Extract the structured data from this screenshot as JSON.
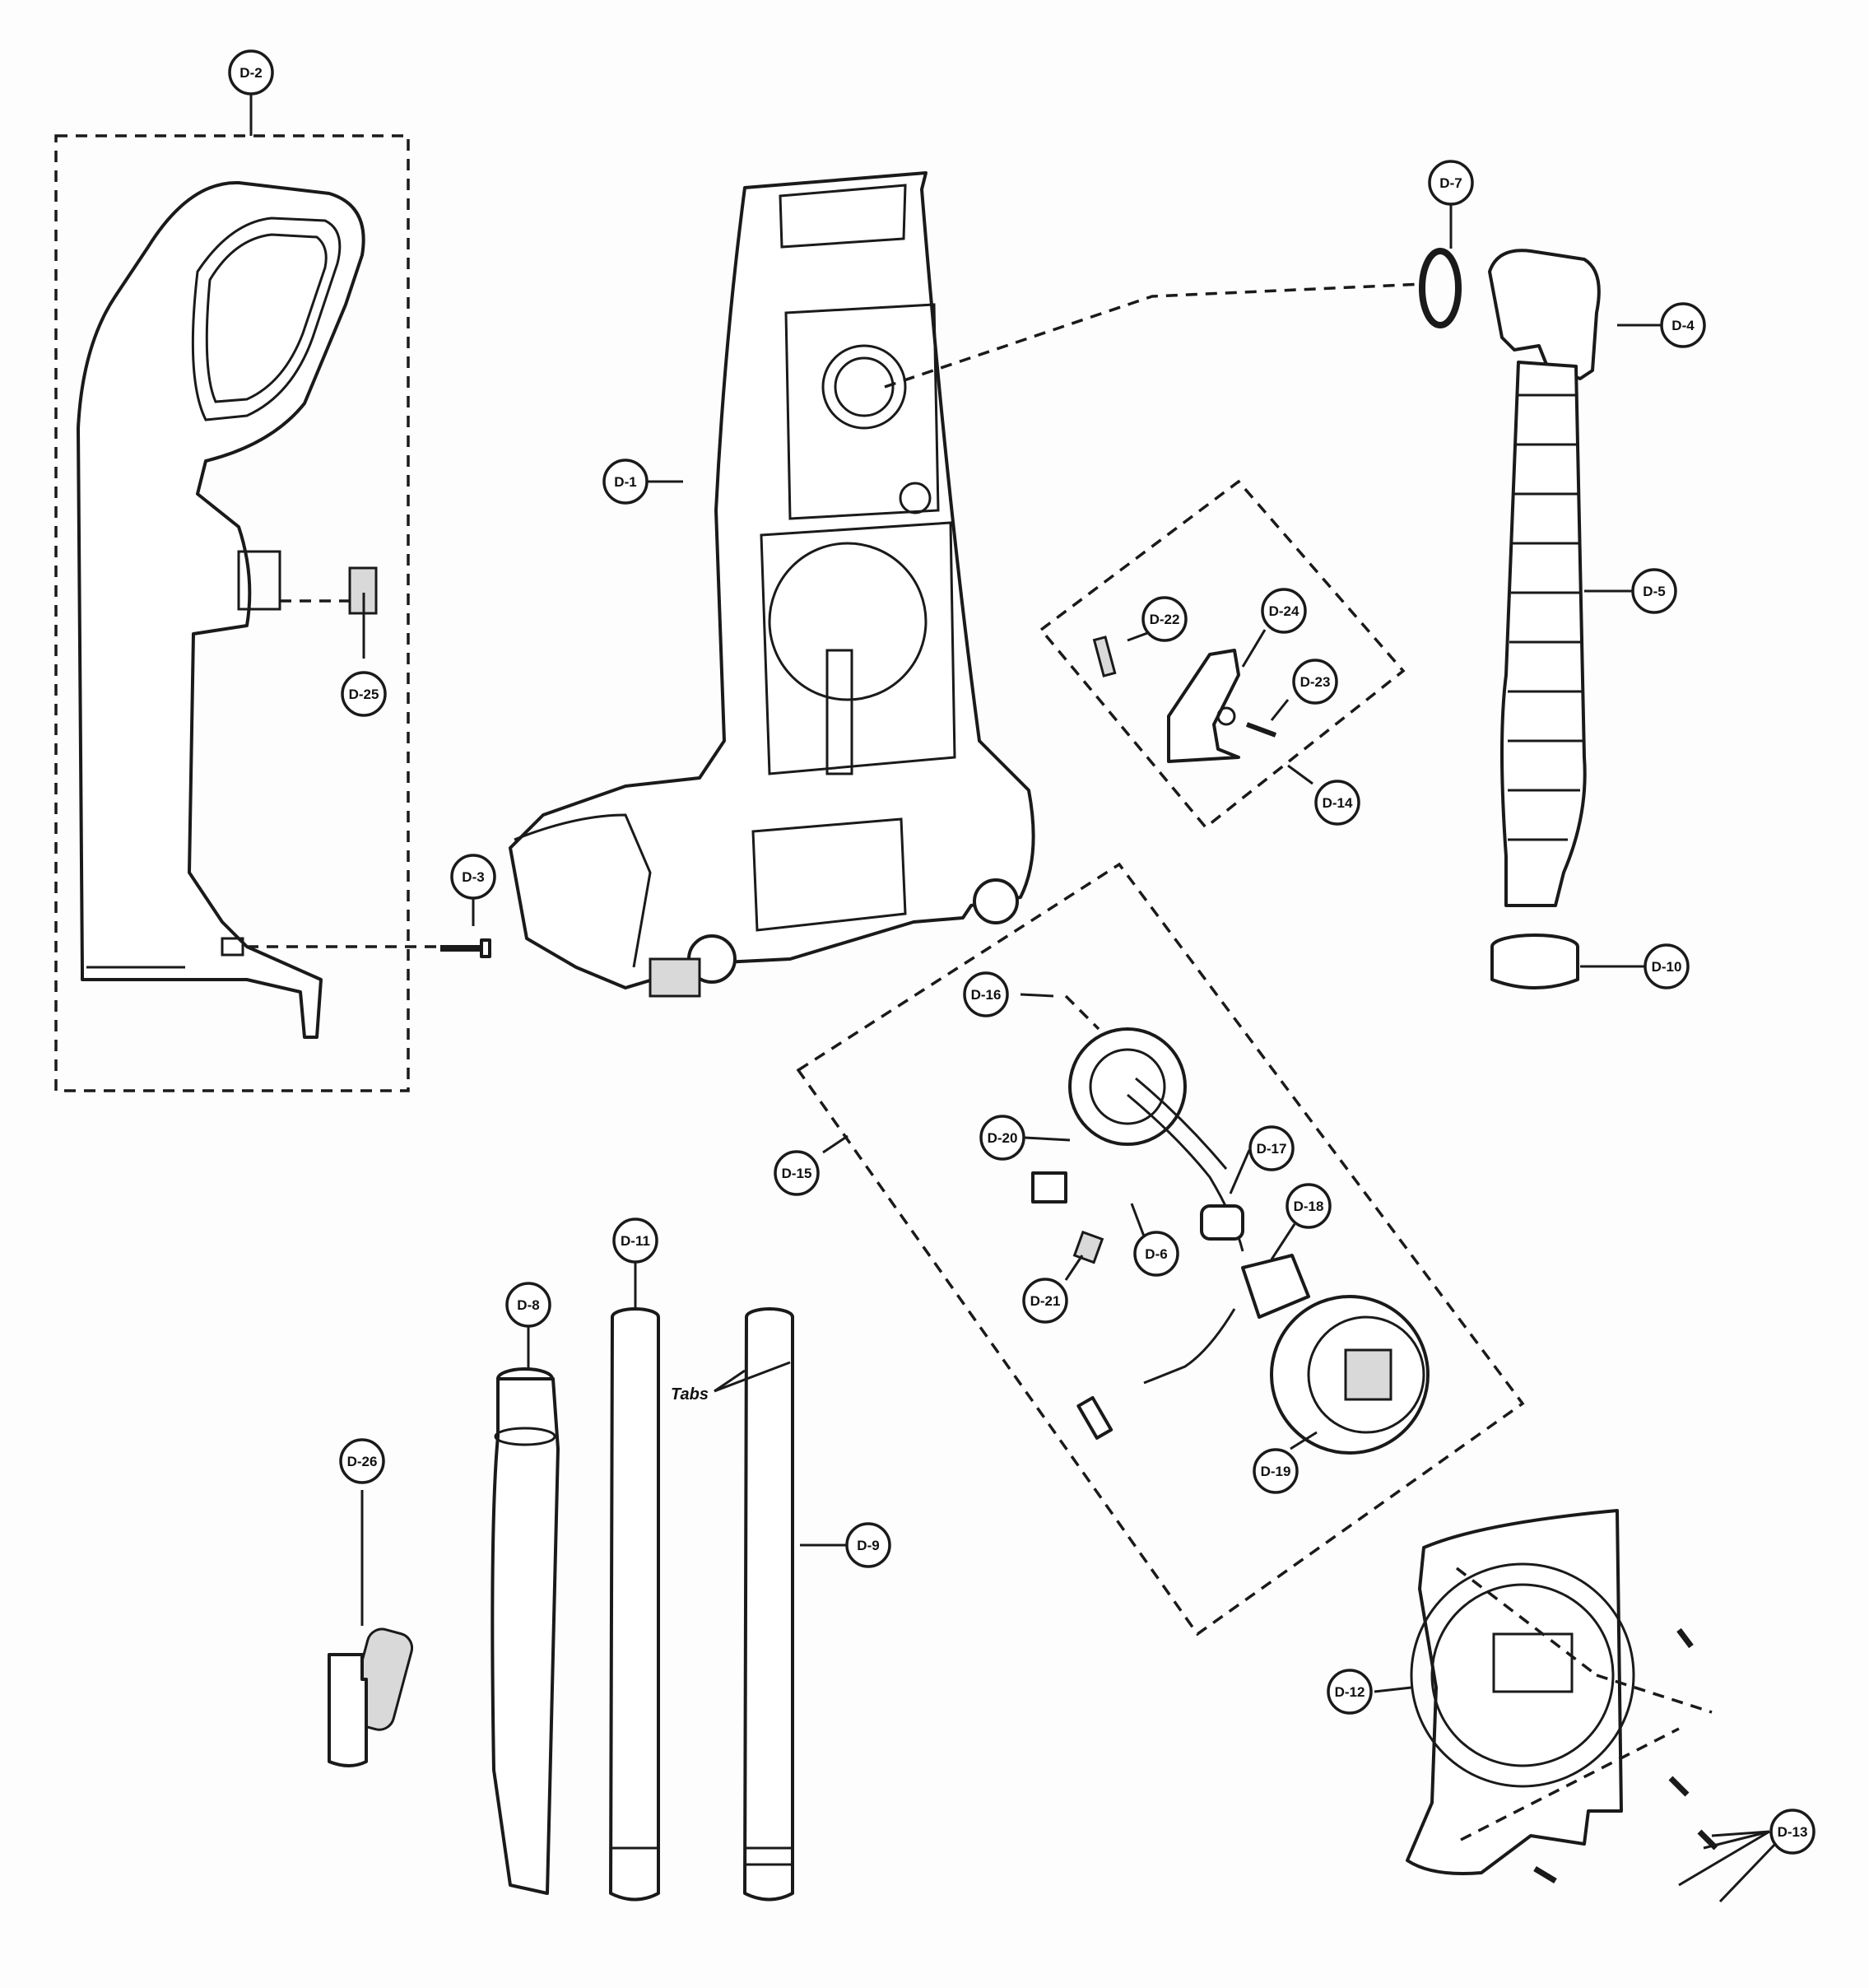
{
  "diagram": {
    "callouts": {
      "d1": "D-1",
      "d2": "D-2",
      "d3": "D-3",
      "d4": "D-4",
      "d5": "D-5",
      "d6": "D-6",
      "d7": "D-7",
      "d8": "D-8",
      "d9": "D-9",
      "d10": "D-10",
      "d11": "D-11",
      "d12": "D-12",
      "d13": "D-13",
      "d14": "D-14",
      "d15": "D-15",
      "d16": "D-16",
      "d17": "D-17",
      "d18": "D-18",
      "d19": "D-19",
      "d20": "D-20",
      "d21": "D-21",
      "d22": "D-22",
      "d23": "D-23",
      "d24": "D-24",
      "d25": "D-25",
      "d26": "D-26"
    },
    "notes": {
      "tabs": "Tabs"
    }
  }
}
